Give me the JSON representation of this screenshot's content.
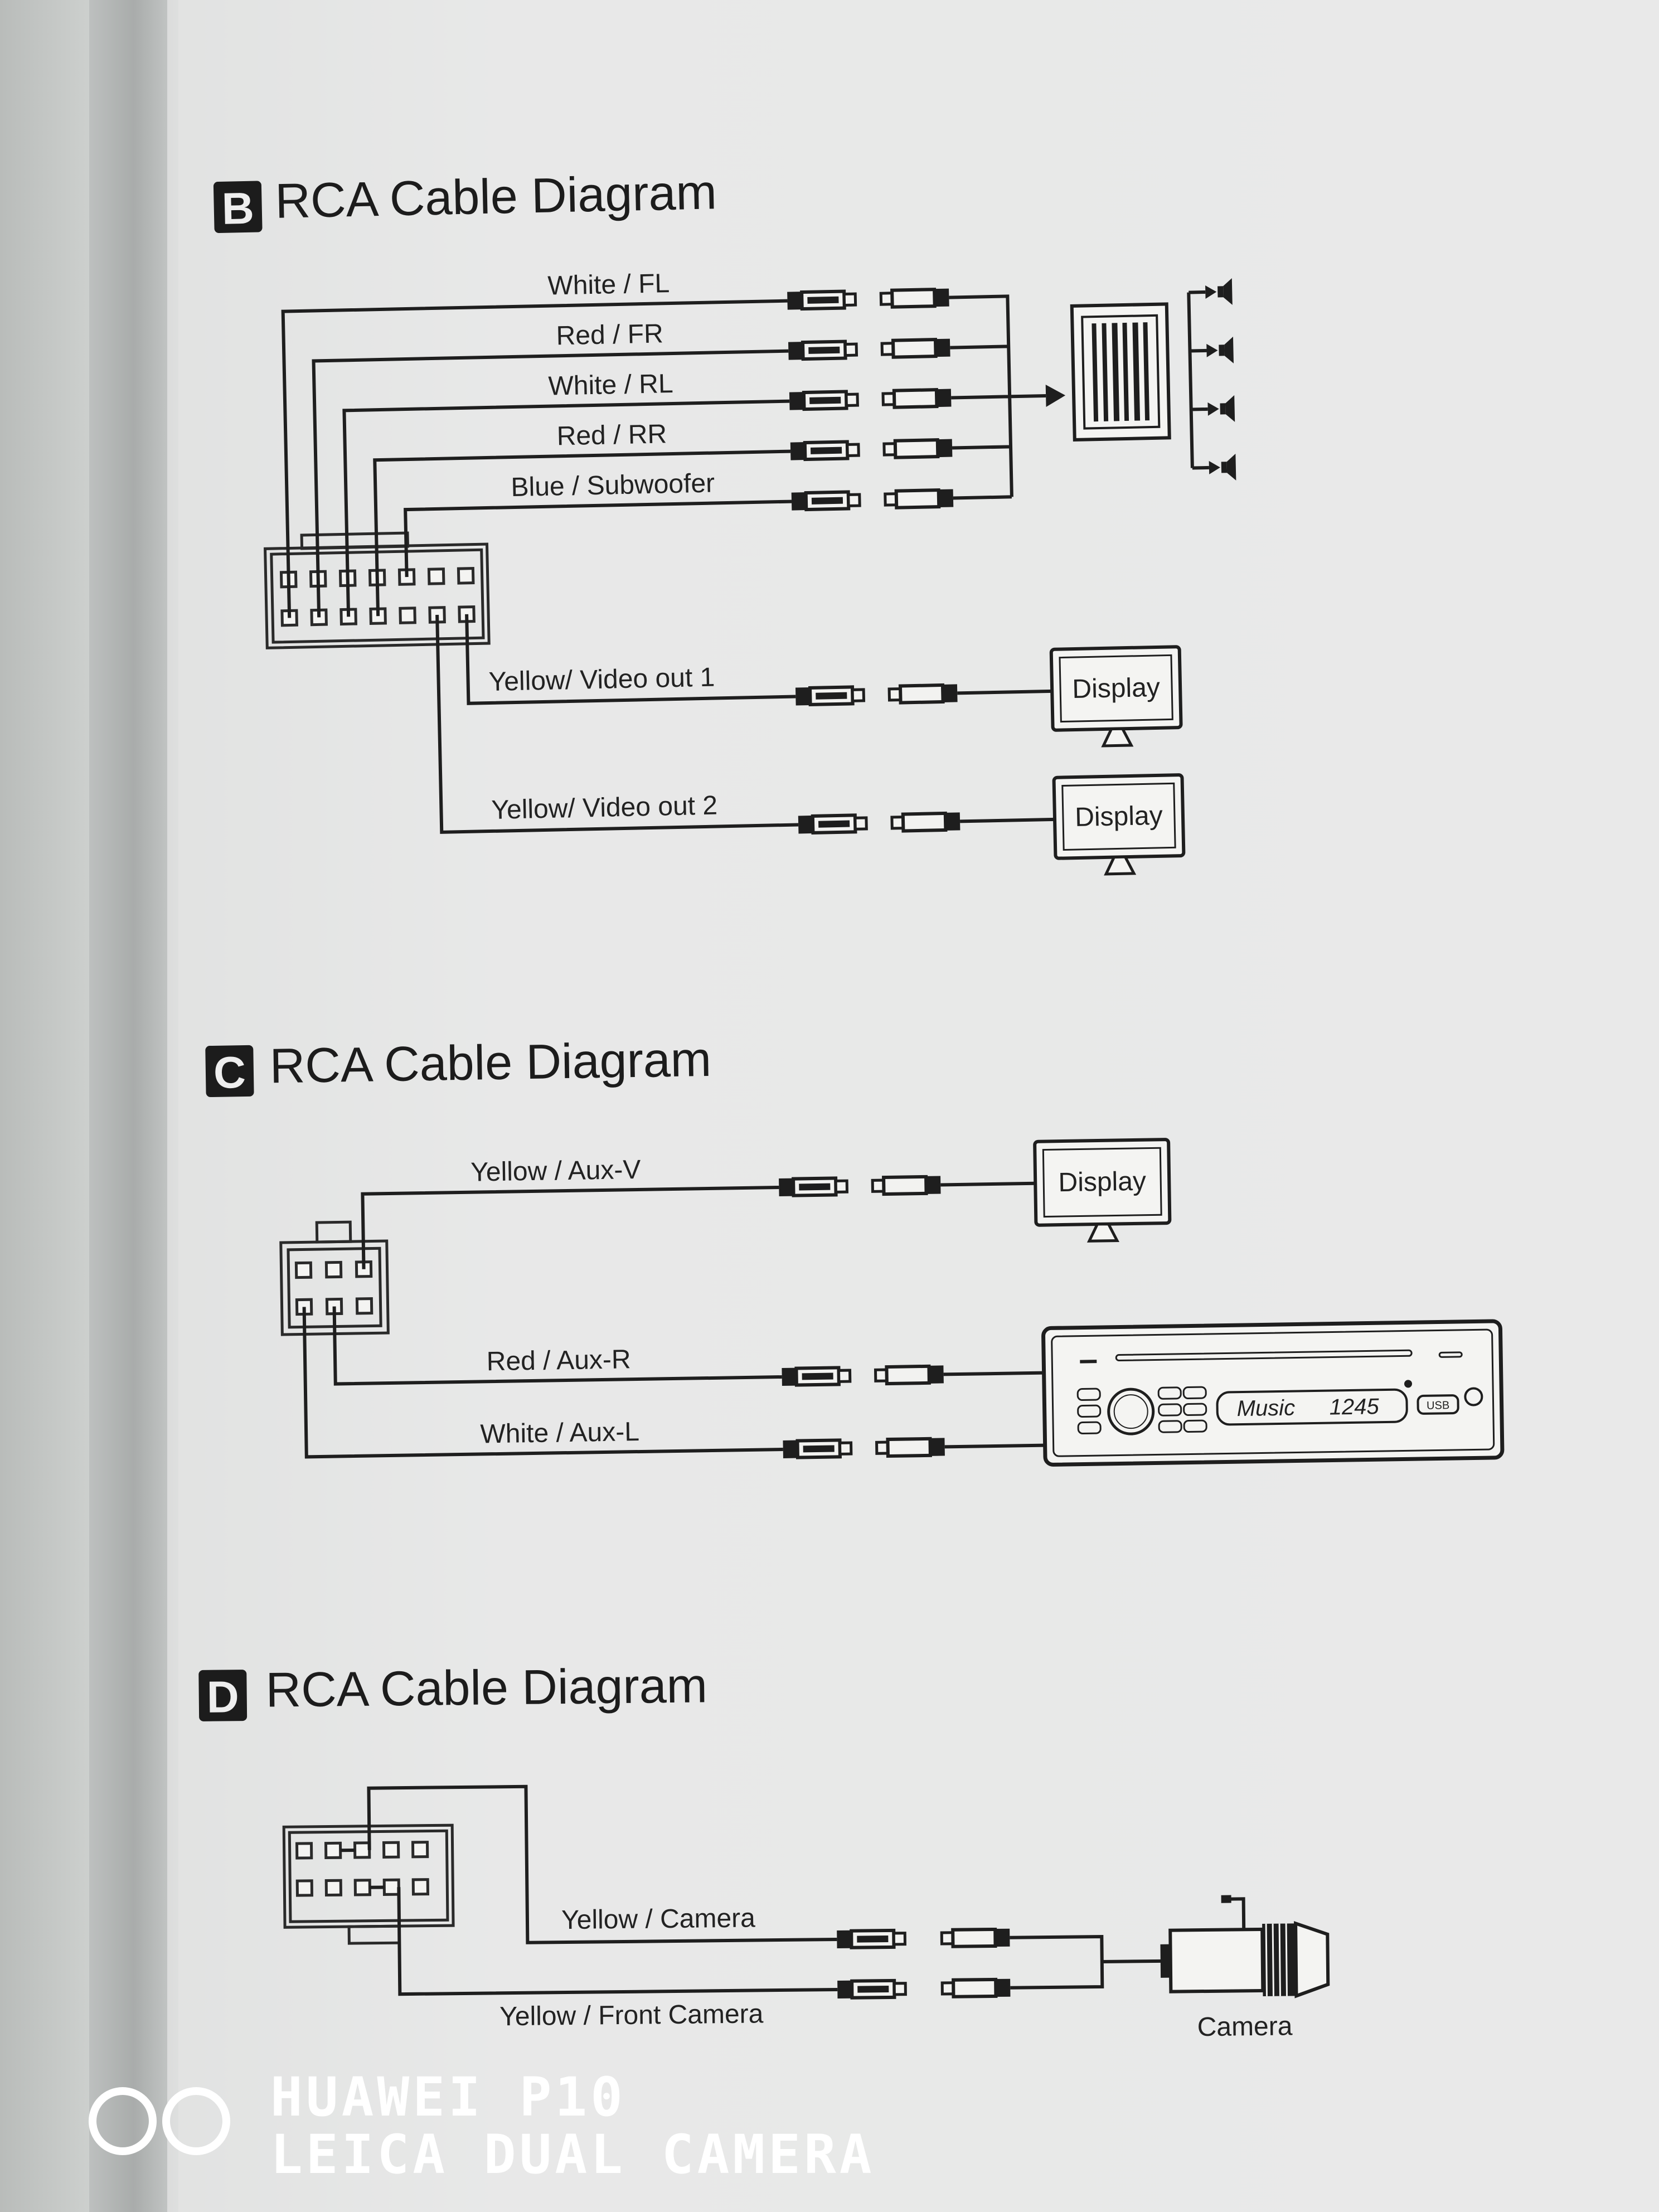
{
  "section_b": {
    "badge": "B",
    "title": "RCA Cable Diagram",
    "wires": [
      {
        "label": "White / FL"
      },
      {
        "label": "Red / FR"
      },
      {
        "label": "White / RL"
      },
      {
        "label": "Red / RR"
      },
      {
        "label": "Blue / Subwoofer"
      }
    ],
    "video_outputs": [
      {
        "label": "Yellow/ Video out 1",
        "device": "Display"
      },
      {
        "label": "Yellow/ Video out 2",
        "device": "Display"
      }
    ]
  },
  "section_c": {
    "badge": "C",
    "title": "RCA Cable Diagram",
    "video_input": {
      "label": "Yellow / Aux-V",
      "device": "Display"
    },
    "audio_inputs": [
      {
        "label": "Red / Aux-R"
      },
      {
        "label": "White / Aux-L"
      }
    ],
    "head_unit": {
      "display_text": "Music",
      "display_number": "1245",
      "usb_label": "USB"
    }
  },
  "section_d": {
    "badge": "D",
    "title": "RCA Cable Diagram",
    "inputs": [
      {
        "label": "Yellow / Camera"
      },
      {
        "label": "Yellow / Front Camera"
      }
    ],
    "device": "Camera"
  },
  "watermark": {
    "line1": "HUAWEI P10",
    "line2": "LEICA DUAL CAMERA"
  }
}
